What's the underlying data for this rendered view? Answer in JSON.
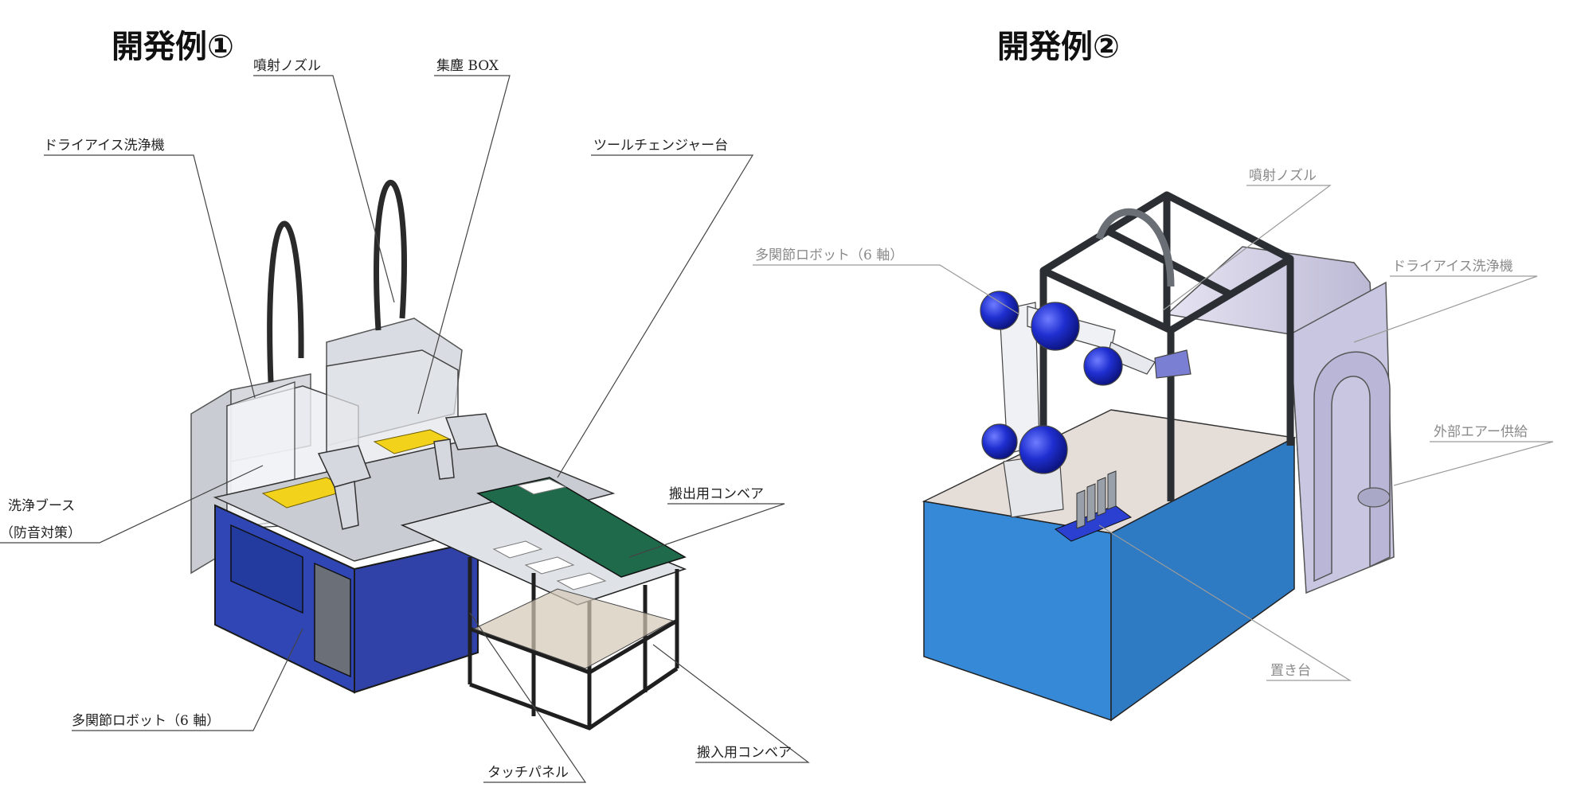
{
  "titles": {
    "example1": "開発例①",
    "example2": "開発例②"
  },
  "example1": {
    "labels": {
      "nozzle": "噴射ノズル",
      "dust_box": "集塵 BOX",
      "dry_ice_cleaner": "ドライアイス洗浄機",
      "tool_changer": "ツールチェンジャー台",
      "booth_line1": "洗浄ブース",
      "booth_line2": "（防音対策）",
      "out_conveyor": "搬出用コンベア",
      "robot": "多関節ロボット（6 軸）",
      "in_conveyor": "搬入用コンベア",
      "touch_panel": "タッチパネル"
    }
  },
  "example2": {
    "labels": {
      "nozzle": "噴射ノズル",
      "robot": "多関節ロボット（6 軸）",
      "dry_ice_cleaner": "ドライアイス洗浄機",
      "air_supply": "外部エアー供給",
      "stand": "置き台"
    }
  },
  "colors": {
    "cabinet_blue": "#2f46b4",
    "box_blue": "#3a93dd",
    "robot_blue": "#1f2fd0",
    "frame_dark": "#2b2f33",
    "machine_lavender": "#c8c6e0",
    "conveyor_green": "#1e6a4a"
  }
}
